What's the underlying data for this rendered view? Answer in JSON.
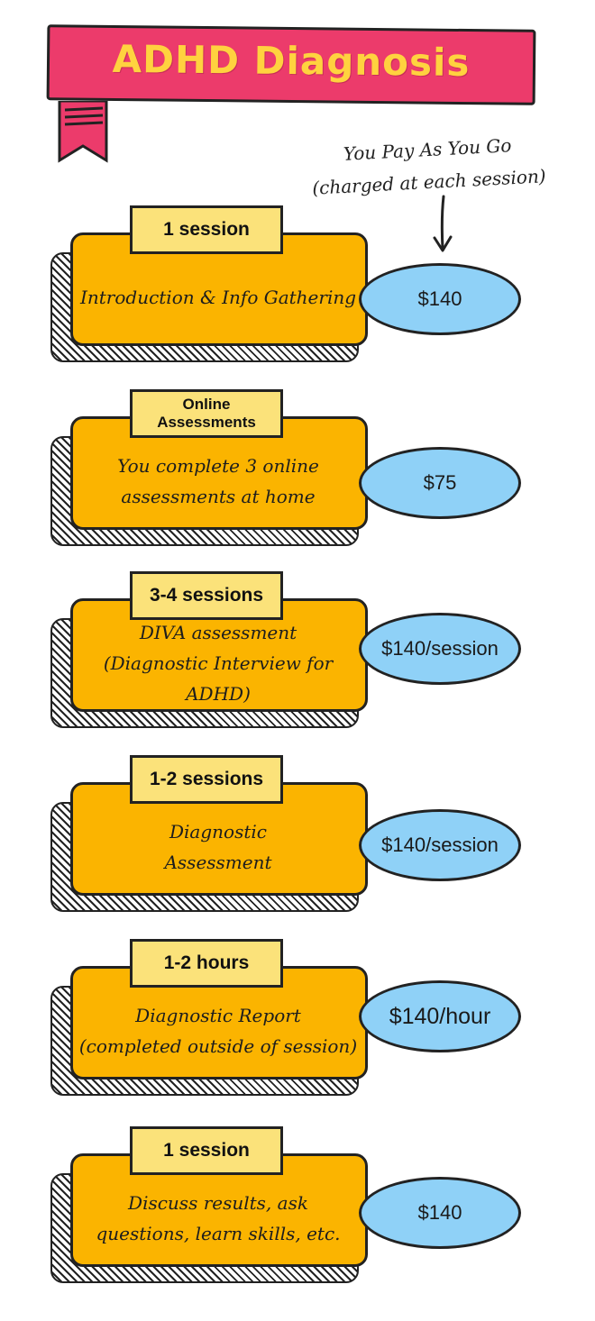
{
  "header": {
    "title": "ADHD Diagnosis",
    "note_line1": "You Pay As You Go",
    "note_line2": "(charged at each session)"
  },
  "steps": [
    {
      "label": "1 session",
      "description": "Introduction & Info Gathering",
      "price": "$140"
    },
    {
      "label": "Online\nAssessments",
      "description": "You complete 3 online\nassessments at home",
      "price": "$75"
    },
    {
      "label": "3-4 sessions",
      "description": "DIVA assessment\n(Diagnostic Interview for ADHD)",
      "price": "$140/session"
    },
    {
      "label": "1-2 sessions",
      "description": "Diagnostic\nAssessment",
      "price": "$140/session"
    },
    {
      "label": "1-2 hours",
      "description": "Diagnostic Report\n(completed outside of session)",
      "price": "$140/hour"
    },
    {
      "label": "1 session",
      "description": "Discuss results, ask\nquestions, learn skills, etc.",
      "price": "$140"
    }
  ],
  "colors": {
    "banner": "#ec3b6b",
    "banner_text": "#ffd23f",
    "card": "#fbb400",
    "label": "#fbe27a",
    "price_bubble": "#8fd1f7"
  }
}
